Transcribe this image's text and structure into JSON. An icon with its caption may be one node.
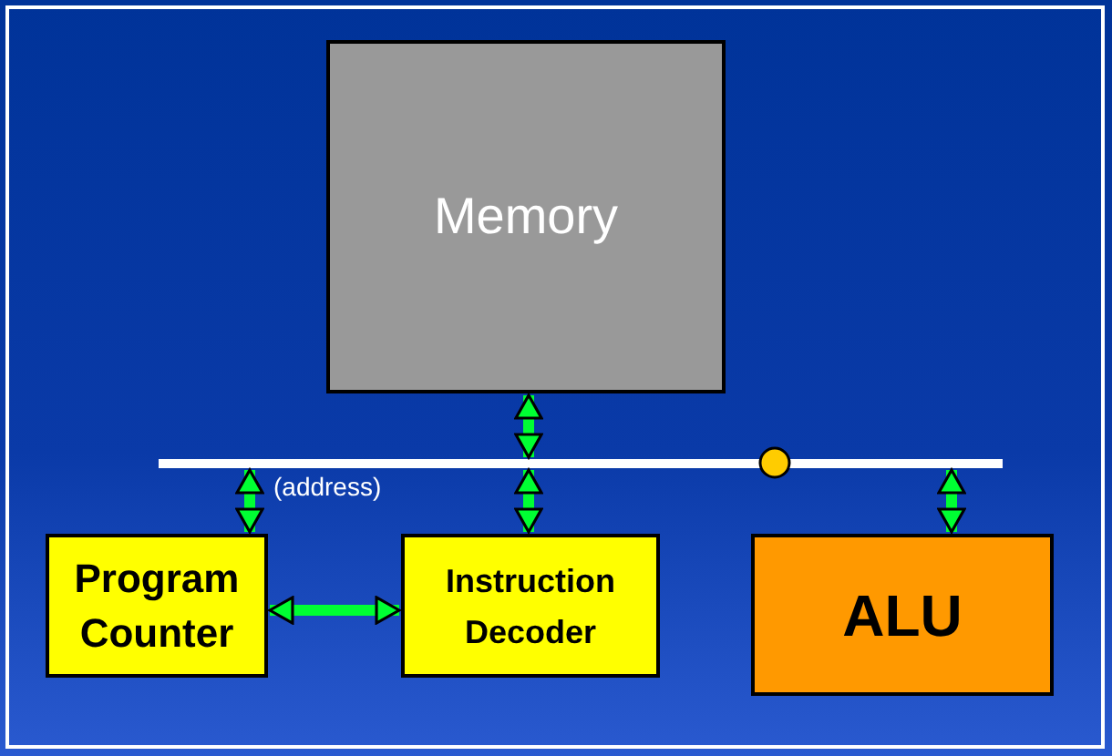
{
  "diagram": {
    "nodes": [
      {
        "text": [
          "Memory"
        ]
      },
      {
        "text": [],
        "shape": "bar"
      },
      {
        "text": [
          "Program Counter"
        ]
      },
      {
        "text": [
          "Instruction Decoder"
        ]
      },
      {
        "text": [
          "ALU"
        ]
      }
    ],
    "edges": [
      {
        "from": 0,
        "to": 1,
        "arrow": "both"
      },
      {
        "from": 1,
        "to": 2,
        "arrow": "both",
        "label": "(address)"
      },
      {
        "from": 1,
        "to": 3,
        "arrow": "both"
      },
      {
        "from": 1,
        "to": 4,
        "arrow": "both"
      },
      {
        "from": 2,
        "to": 3,
        "arrow": "both"
      }
    ]
  }
}
